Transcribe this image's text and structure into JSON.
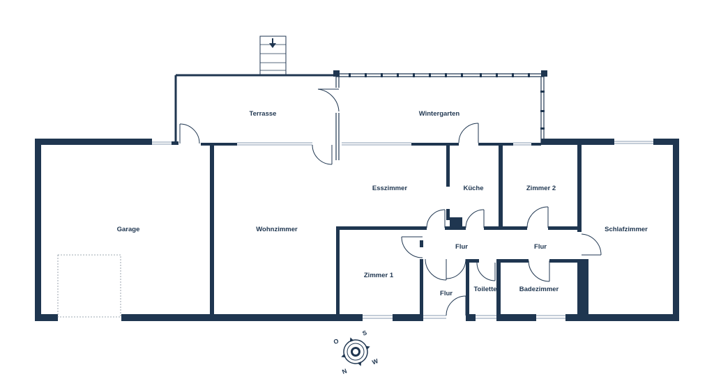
{
  "colors": {
    "wall": "#1f3650",
    "thin_wall": "#1f3650",
    "window": "#8a9bb0",
    "background": "#ffffff",
    "dashed": "#7f8c99"
  },
  "rooms": {
    "terrasse": "Terrasse",
    "wintergarten": "Wintergarten",
    "garage": "Garage",
    "wohnzimmer": "Wohnzimmer",
    "esszimmer": "Esszimmer",
    "kueche": "Küche",
    "zimmer2": "Zimmer 2",
    "schlafzimmer": "Schlafzimmer",
    "flur1": "Flur",
    "flur2": "Flur",
    "flur3": "Flur",
    "zimmer1": "Zimmer 1",
    "toilette": "Toilette",
    "badezimmer": "Badezimmer"
  },
  "compass": {
    "n": "N",
    "o": "O",
    "s": "S",
    "w": "W"
  },
  "icons": {
    "stairs": "stairs-down-arrow-icon",
    "compass": "compass-rose-icon"
  }
}
